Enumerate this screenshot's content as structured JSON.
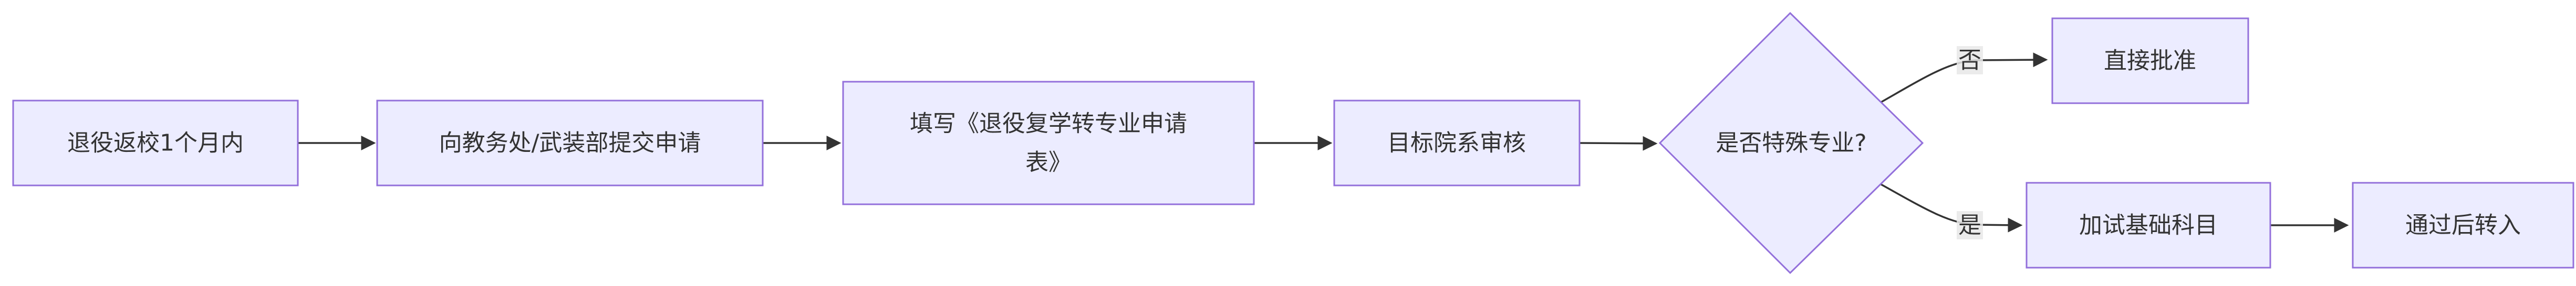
{
  "nodes": {
    "n1": "退役返校1个月内",
    "n2": "向教务处/武装部提交申请",
    "n3_line1": "填写《退役复学转专业申请",
    "n3_line2": "表》",
    "n4": "目标院系审核",
    "n5": "是否特殊专业?",
    "n6": "直接批准",
    "n7": "加试基础科目",
    "n8": "通过后转入"
  },
  "edge_labels": {
    "no": "否",
    "yes": "是"
  },
  "colors": {
    "node_fill": "#ECECFF",
    "node_stroke": "#9370DB",
    "edge": "#333333",
    "text": "#333333"
  }
}
